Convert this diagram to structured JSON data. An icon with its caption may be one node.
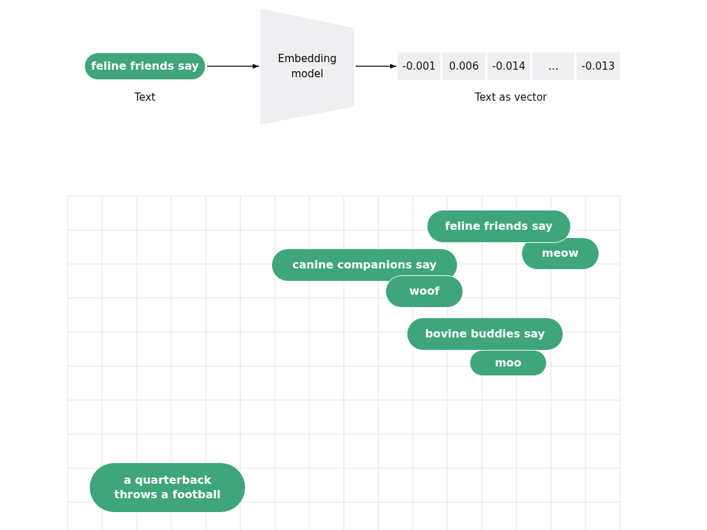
{
  "diagram": {
    "nodes": [
      {
        "text": [
          "feline friends say"
        ],
        "beside": [
          "Text"
        ]
      },
      {
        "text": [
          "Embedding model"
        ]
      },
      {
        "text": [
          "-0.001",
          "0.006",
          "-0.014",
          "…",
          "-0.013"
        ],
        "beside": [
          "Text as vector"
        ]
      },
      {
        "text": [
          "feline friends say"
        ]
      },
      {
        "text": [
          "meow"
        ]
      },
      {
        "text": [
          "canine companions say"
        ]
      },
      {
        "text": [
          "woof"
        ]
      },
      {
        "text": [
          "bovine buddies say"
        ]
      },
      {
        "text": [
          "moo"
        ]
      },
      {
        "text": [
          "a quarterback throws a football"
        ]
      }
    ],
    "edges": [
      {
        "from": 0,
        "to": 1,
        "arrow": "to"
      },
      {
        "from": 1,
        "to": 2,
        "arrow": "to"
      }
    ]
  }
}
